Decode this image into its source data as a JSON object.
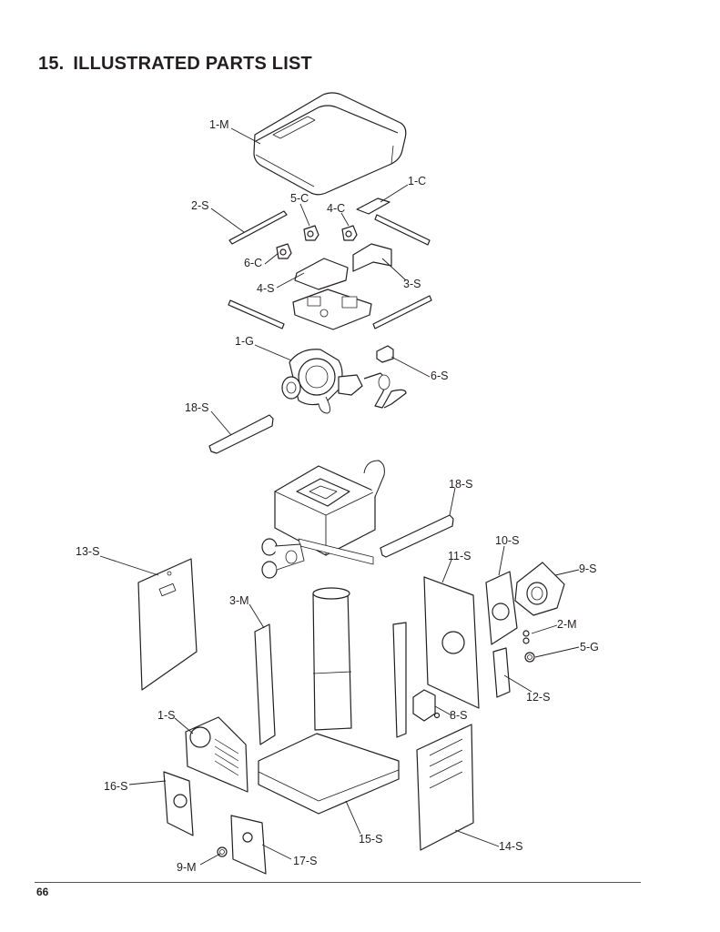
{
  "page": {
    "section_number": "15.",
    "section_title": "ILLUSTRATED PARTS LIST",
    "page_number": "66"
  },
  "callouts": [
    "1-M",
    "1-C",
    "2-S",
    "5-C",
    "4-C",
    "6-C",
    "3-S",
    "4-S",
    "1-G",
    "6-S",
    "18-S",
    "18-S",
    "13-S",
    "10-S",
    "9-S",
    "11-S",
    "3-M",
    "2-M",
    "5-G",
    "12-S",
    "8-S",
    "1-S",
    "16-S",
    "15-S",
    "14-S",
    "9-M",
    "17-S"
  ],
  "colors": {
    "ink": "#231f20",
    "fill": "#ffffff",
    "shade": "#d8d8d8"
  }
}
